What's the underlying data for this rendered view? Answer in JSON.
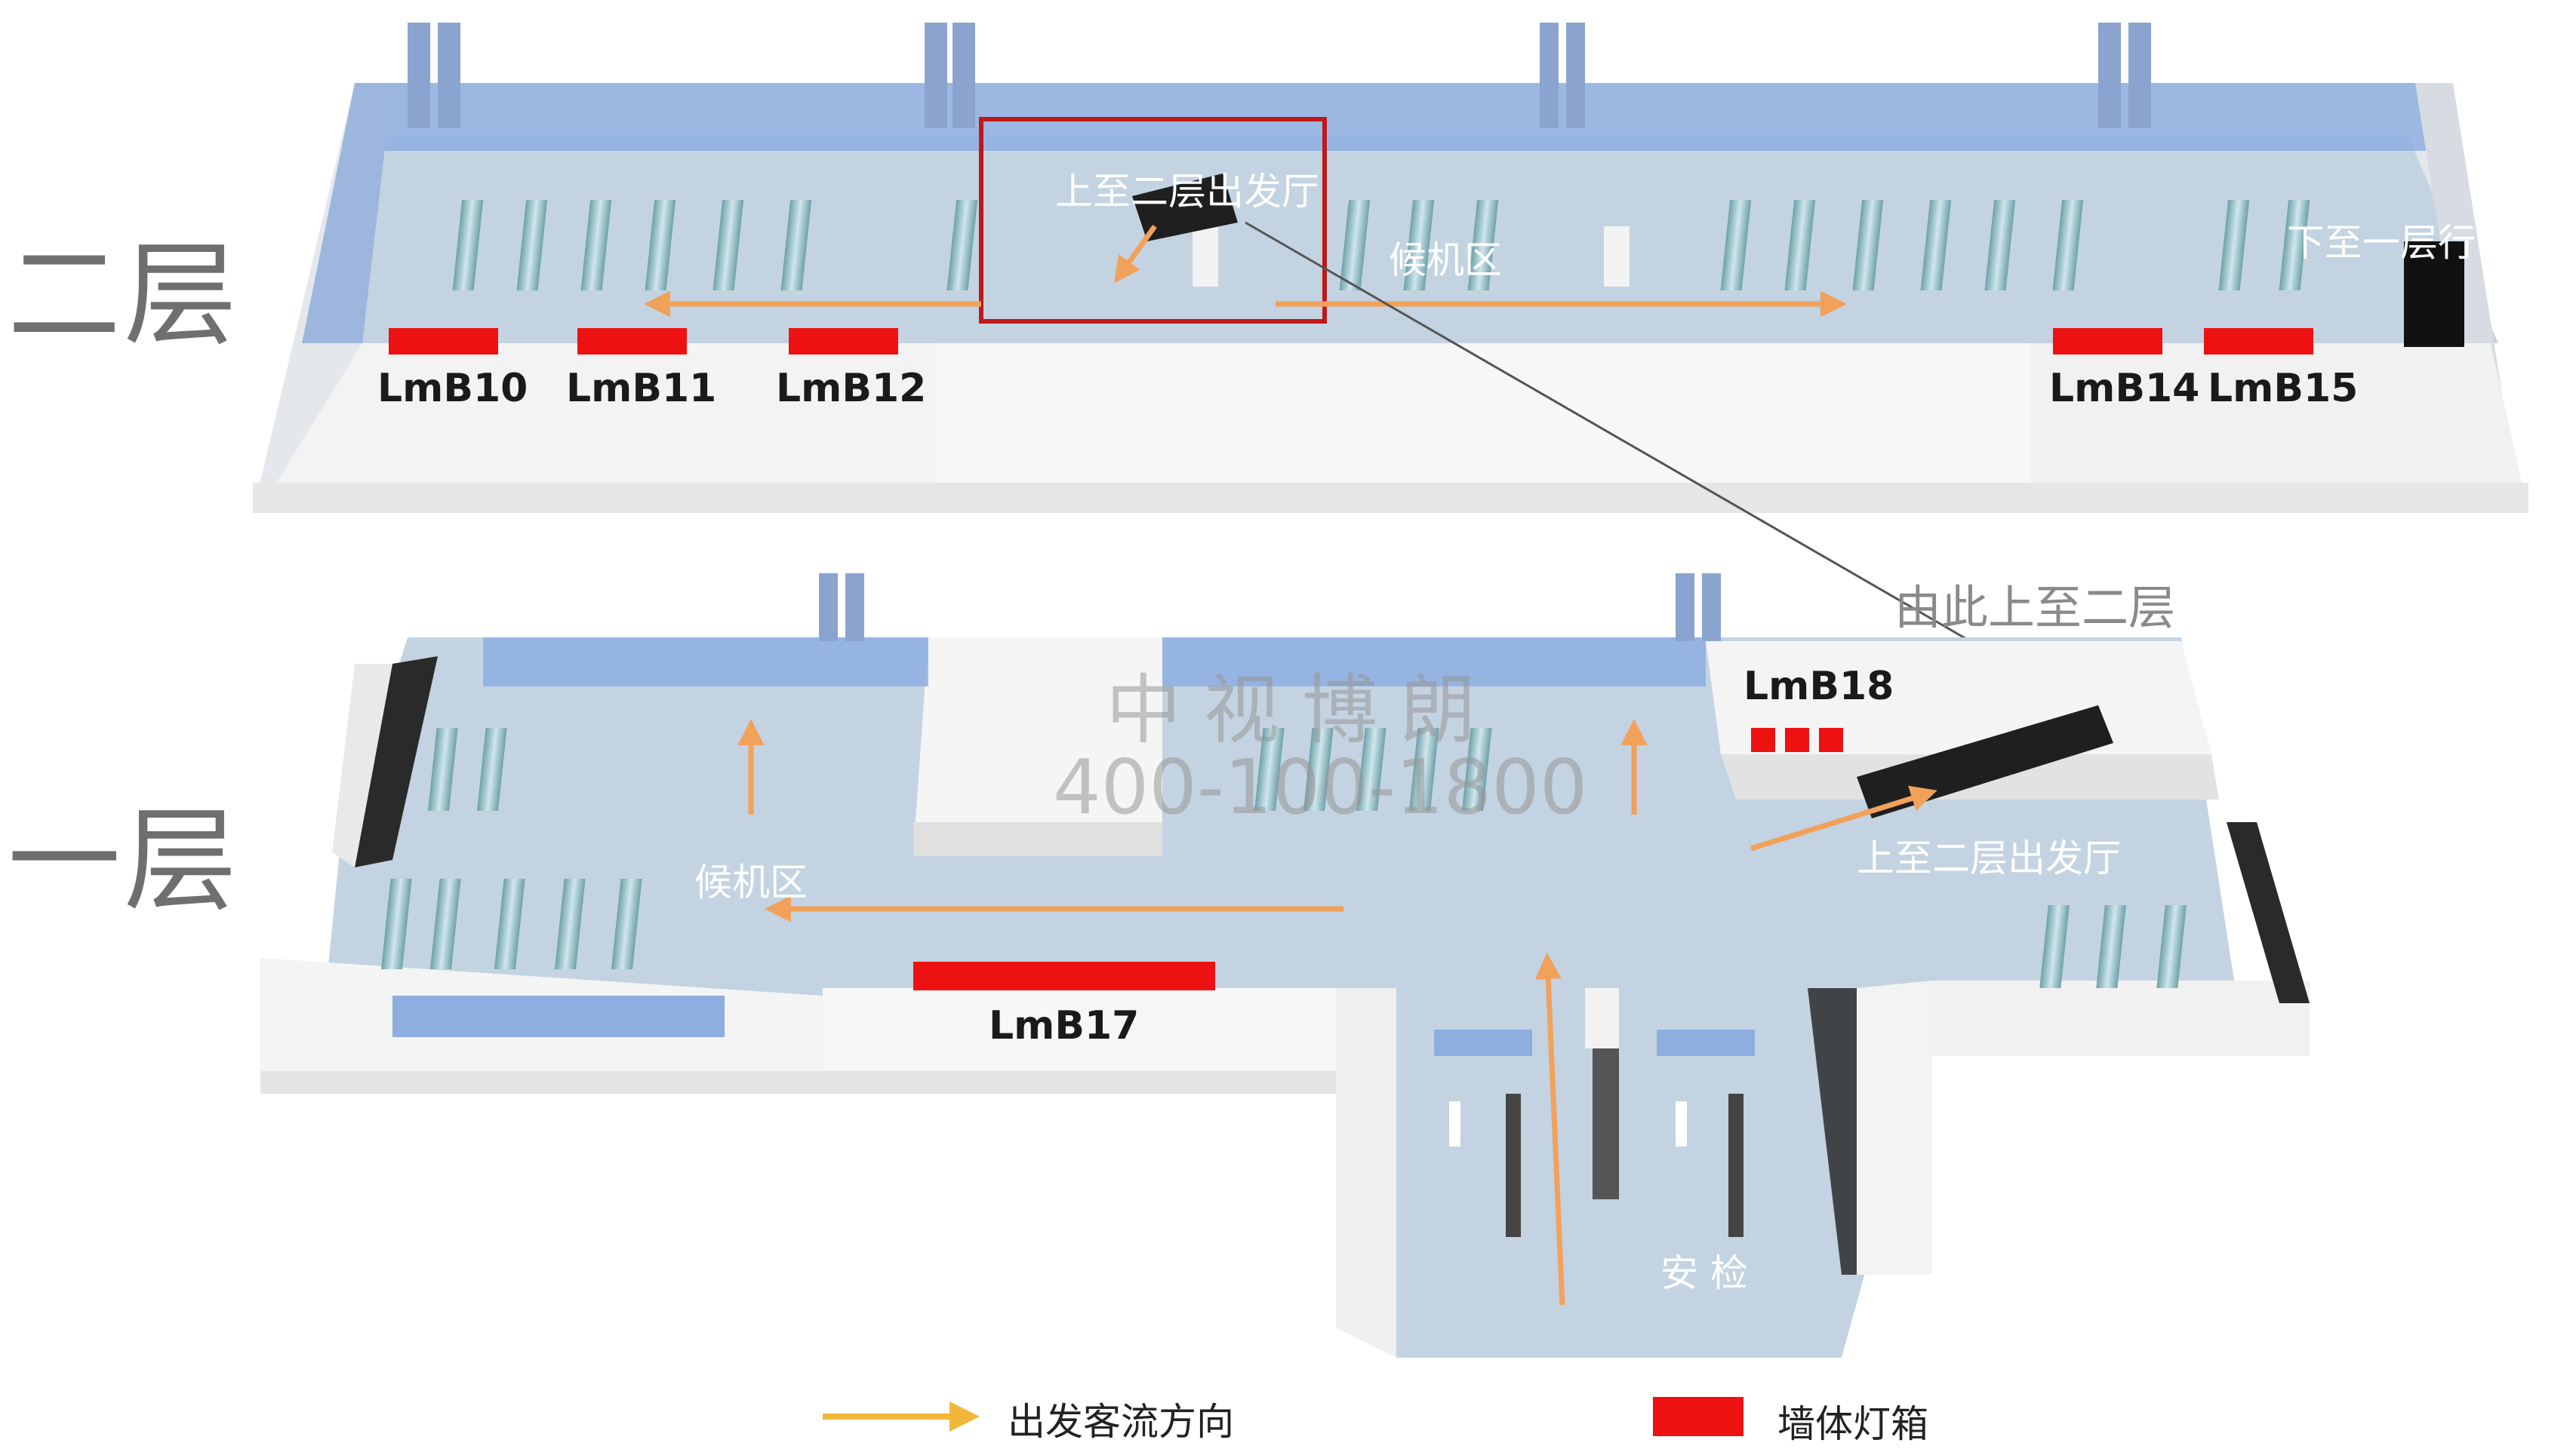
{
  "floors": {
    "upper": {
      "title": "二层"
    },
    "lower": {
      "title": "一层"
    }
  },
  "upper": {
    "stair_label": "上至二层出发厅",
    "waiting_label": "候机区",
    "down_label": "下至一层行",
    "lightboxes": [
      "LmB10",
      "LmB11",
      "LmB12",
      "LmB14",
      "LmB15"
    ]
  },
  "lower": {
    "stair_label": "上至二层出发厅",
    "waiting_label": "候机区",
    "security_label": "安 检",
    "lightboxes": [
      "LmB17",
      "LmB18"
    ]
  },
  "annotation": {
    "up_here": "由此上至二层"
  },
  "watermark": {
    "name": "中视博朗",
    "phone": "400-100-1800"
  },
  "legend": {
    "flow_label": "出发客流方向",
    "lightbox_label": "墙体灯箱"
  },
  "colors": {
    "floor": "#c7d6e4",
    "glass": "#8fb0e4",
    "wall": "#f1f1f1",
    "lightbox": "#ee1111",
    "flow_arrow": "#f2a15a",
    "legend_arrow": "#f0b73a"
  }
}
